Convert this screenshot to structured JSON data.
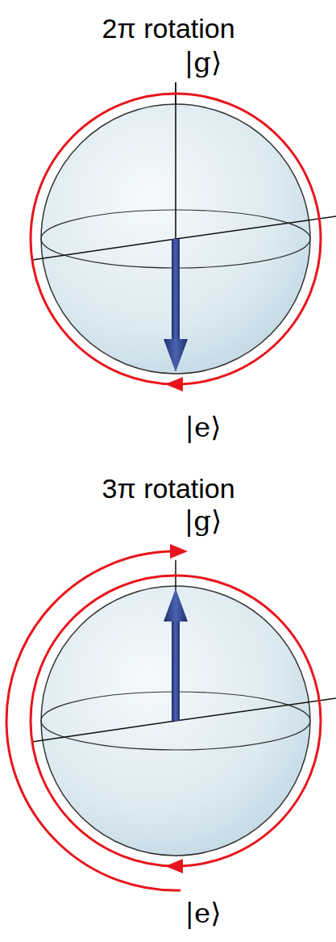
{
  "diagram": {
    "labels": [
      "2π rotation",
      "|g⟩",
      "|e⟩",
      "3π rotation",
      "|g⟩",
      "|e⟩"
    ]
  }
}
